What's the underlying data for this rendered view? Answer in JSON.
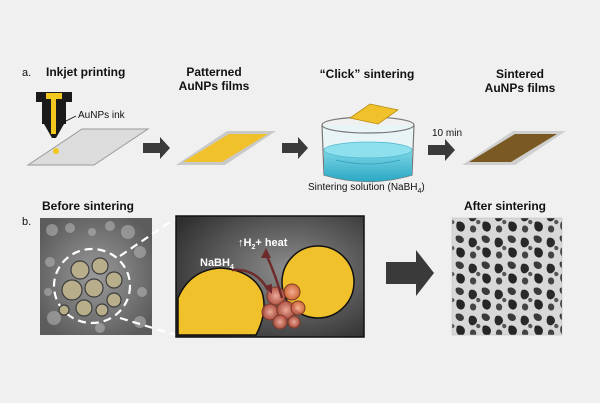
{
  "panel_a": {
    "letter": "a.",
    "step1_title": "Inkjet printing",
    "ink_label": "AuNPs ink",
    "step2_title_line1": "Patterned",
    "step2_title_line2": "AuNPs films",
    "step3_title": "“Click” sintering",
    "solution_label": "Sintering solution (NaBH",
    "solution_sub": "4",
    "solution_close": ")",
    "time_label": "10 min",
    "step4_title_line1": "Sintered",
    "step4_title_line2": "AuNPs films"
  },
  "panel_b": {
    "letter": "b.",
    "before_title": "Before sintering",
    "after_title": "After sintering",
    "reagent": "NaBH",
    "reagent_sub": "4",
    "product_prefix": "H",
    "product_sub": "2",
    "product_suffix": "+ heat"
  },
  "colors": {
    "gold": "#f0c12a",
    "gold_dark": "#c99a12",
    "sintered": "#7a5a22",
    "arrow": "#3a3a3a",
    "solution": "#4fc0d6",
    "nozzle_yellow": "#f2c81e",
    "reaction_glow": "#e07060"
  }
}
